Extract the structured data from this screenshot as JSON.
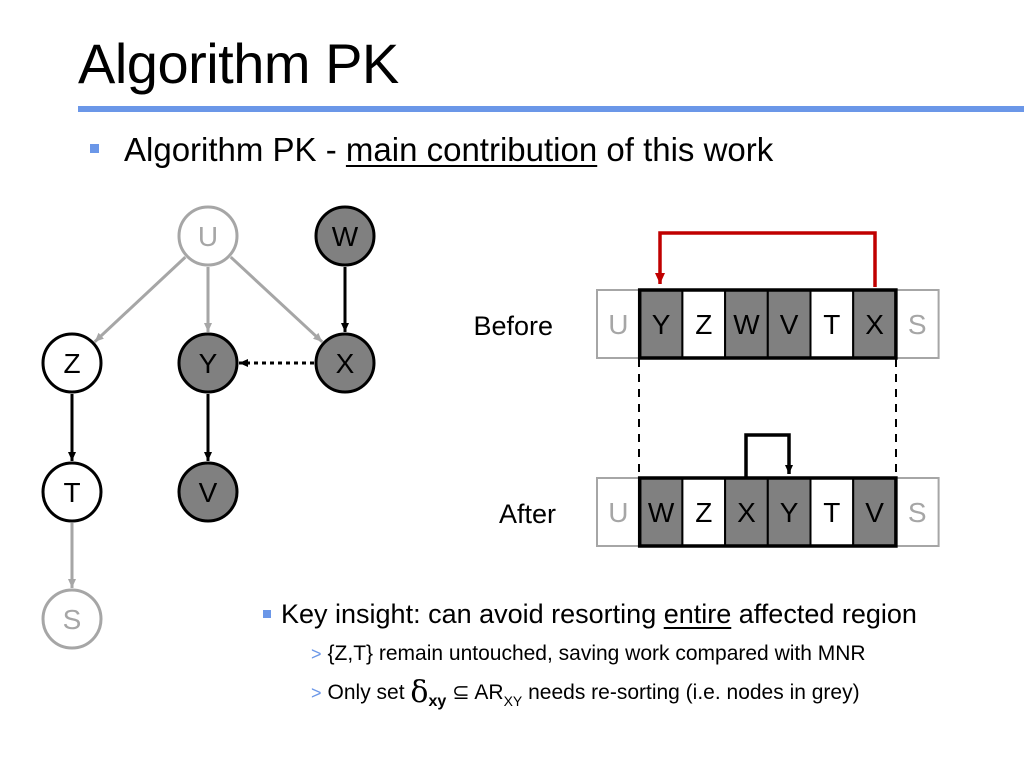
{
  "slide": {
    "title": "Algorithm PK"
  },
  "bullet1": {
    "prefix": "Algorithm PK - ",
    "underlined": "main contribution",
    "suffix": " of this work"
  },
  "graph": {
    "nodes": [
      {
        "id": "U",
        "label": "U",
        "style": "faded"
      },
      {
        "id": "W",
        "label": "W",
        "style": "grey"
      },
      {
        "id": "Z",
        "label": "Z",
        "style": "white"
      },
      {
        "id": "Y",
        "label": "Y",
        "style": "grey"
      },
      {
        "id": "X",
        "label": "X",
        "style": "grey"
      },
      {
        "id": "T",
        "label": "T",
        "style": "white"
      },
      {
        "id": "V",
        "label": "V",
        "style": "grey"
      },
      {
        "id": "S",
        "label": "S",
        "style": "faded"
      }
    ],
    "edges": [
      {
        "from": "U",
        "to": "Z",
        "style": "faded"
      },
      {
        "from": "U",
        "to": "Y",
        "style": "faded"
      },
      {
        "from": "U",
        "to": "X",
        "style": "faded"
      },
      {
        "from": "W",
        "to": "X",
        "style": "solid"
      },
      {
        "from": "X",
        "to": "Y",
        "style": "dotted"
      },
      {
        "from": "Z",
        "to": "T",
        "style": "solid"
      },
      {
        "from": "Y",
        "to": "V",
        "style": "solid"
      },
      {
        "from": "T",
        "to": "S",
        "style": "faded"
      }
    ]
  },
  "orders": {
    "before_label": "Before",
    "after_label": "After",
    "before": [
      {
        "label": "U",
        "style": "faded"
      },
      {
        "label": "Y",
        "style": "grey"
      },
      {
        "label": "Z",
        "style": "white"
      },
      {
        "label": "W",
        "style": "grey"
      },
      {
        "label": "V",
        "style": "grey"
      },
      {
        "label": "T",
        "style": "white"
      },
      {
        "label": "X",
        "style": "grey"
      },
      {
        "label": "S",
        "style": "faded"
      }
    ],
    "after": [
      {
        "label": "U",
        "style": "faded"
      },
      {
        "label": "W",
        "style": "grey"
      },
      {
        "label": "Z",
        "style": "white"
      },
      {
        "label": "X",
        "style": "grey"
      },
      {
        "label": "Y",
        "style": "grey"
      },
      {
        "label": "T",
        "style": "white"
      },
      {
        "label": "V",
        "style": "grey"
      },
      {
        "label": "S",
        "style": "faded"
      }
    ]
  },
  "bullet2": {
    "prefix": "Key insight: can avoid resorting ",
    "underlined": "entire",
    "suffix": " affected region"
  },
  "sub1": {
    "marker": ">",
    "text": "{Z,T} remain untouched, saving work compared with MNR"
  },
  "sub2": {
    "marker": ">",
    "pre": "Only set ",
    "delta": "δ",
    "delta_sub": "xy",
    "subset": "⊆",
    "ar": "AR",
    "ar_sub": "XY",
    "post": " needs re-sorting (i.e. nodes in grey)"
  },
  "colors": {
    "accent": "#6b97e8",
    "grey_fill": "#808080",
    "faded": "#a6a6a6",
    "highlight_arrow": "#c00000"
  }
}
